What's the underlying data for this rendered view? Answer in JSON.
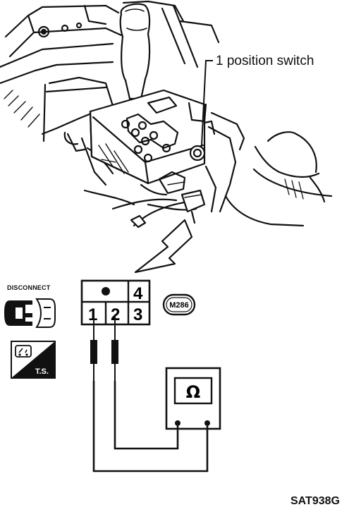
{
  "callout": {
    "label": "1 position switch"
  },
  "disconnect": {
    "label": "DISCONNECT"
  },
  "connector": {
    "id": "M286",
    "pins_top": [
      "4"
    ],
    "pins_bottom": [
      "1",
      "2",
      "3"
    ]
  },
  "ts_badge": {
    "label": "T.S."
  },
  "meter": {
    "symbol": "Ω"
  },
  "footer": {
    "code": "SAT938G"
  },
  "colors": {
    "ink": "#111111",
    "paper": "#ffffff"
  }
}
